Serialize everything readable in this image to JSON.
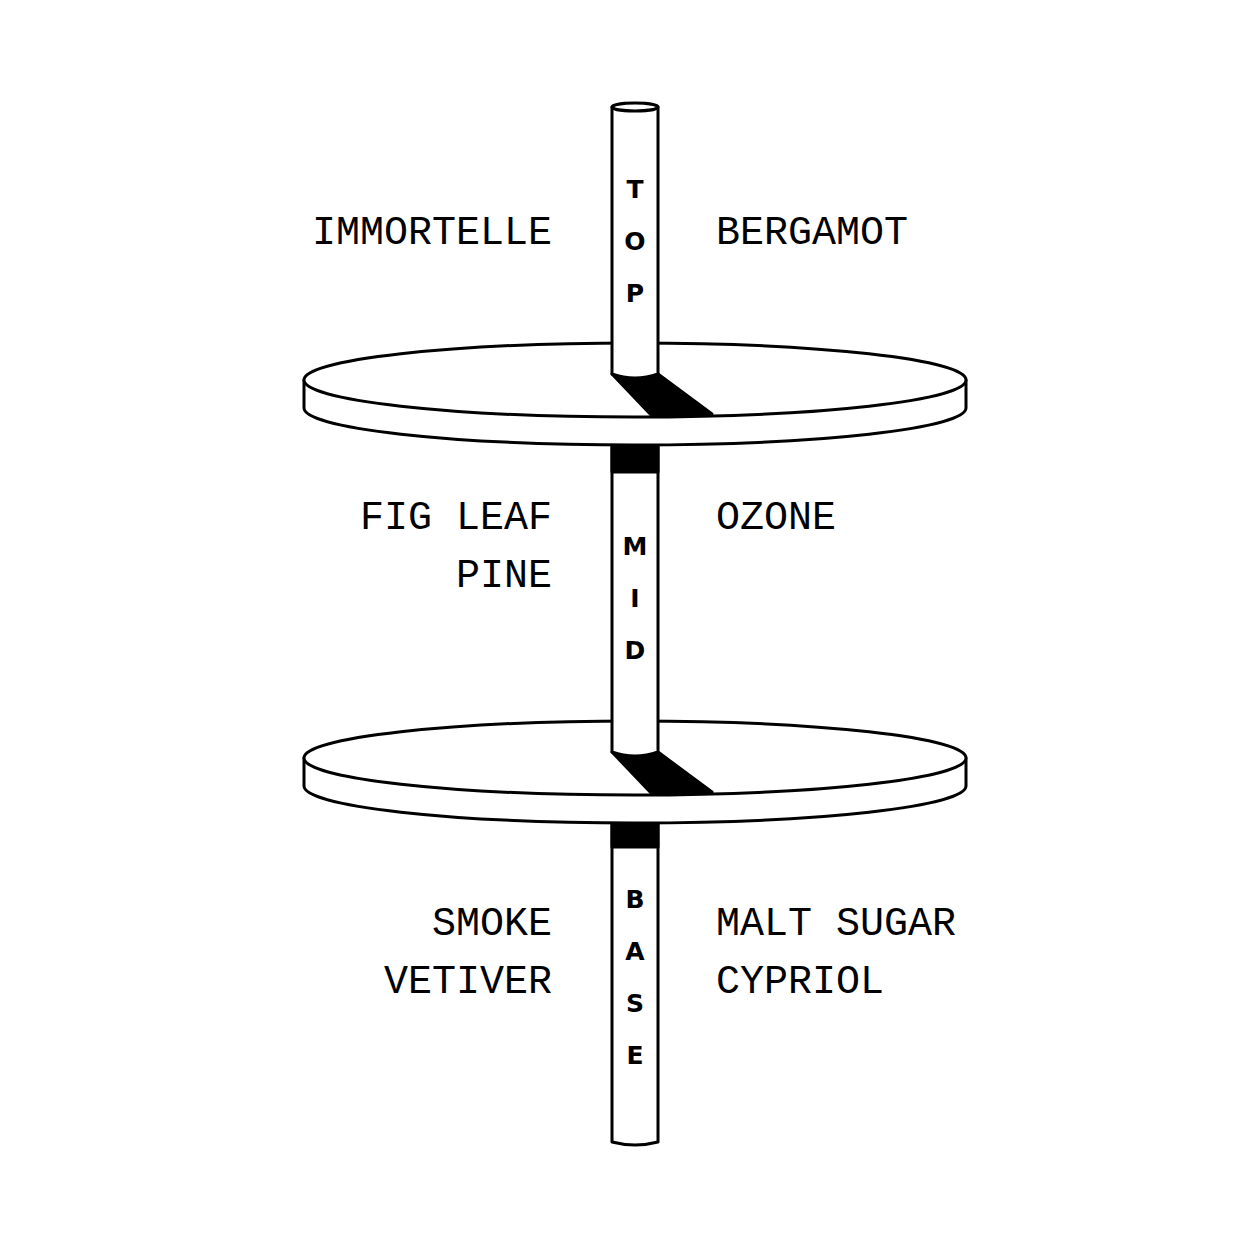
{
  "diagram": {
    "labels": [
      "IMMORTELLE",
      "TOP",
      "BERGAMOT",
      "FIG LEAF",
      "PINE",
      "MID",
      "OZONE",
      "SMOKE",
      "VETIVER",
      "BASE",
      "MALT SUGAR",
      "CYPRIOL"
    ]
  }
}
